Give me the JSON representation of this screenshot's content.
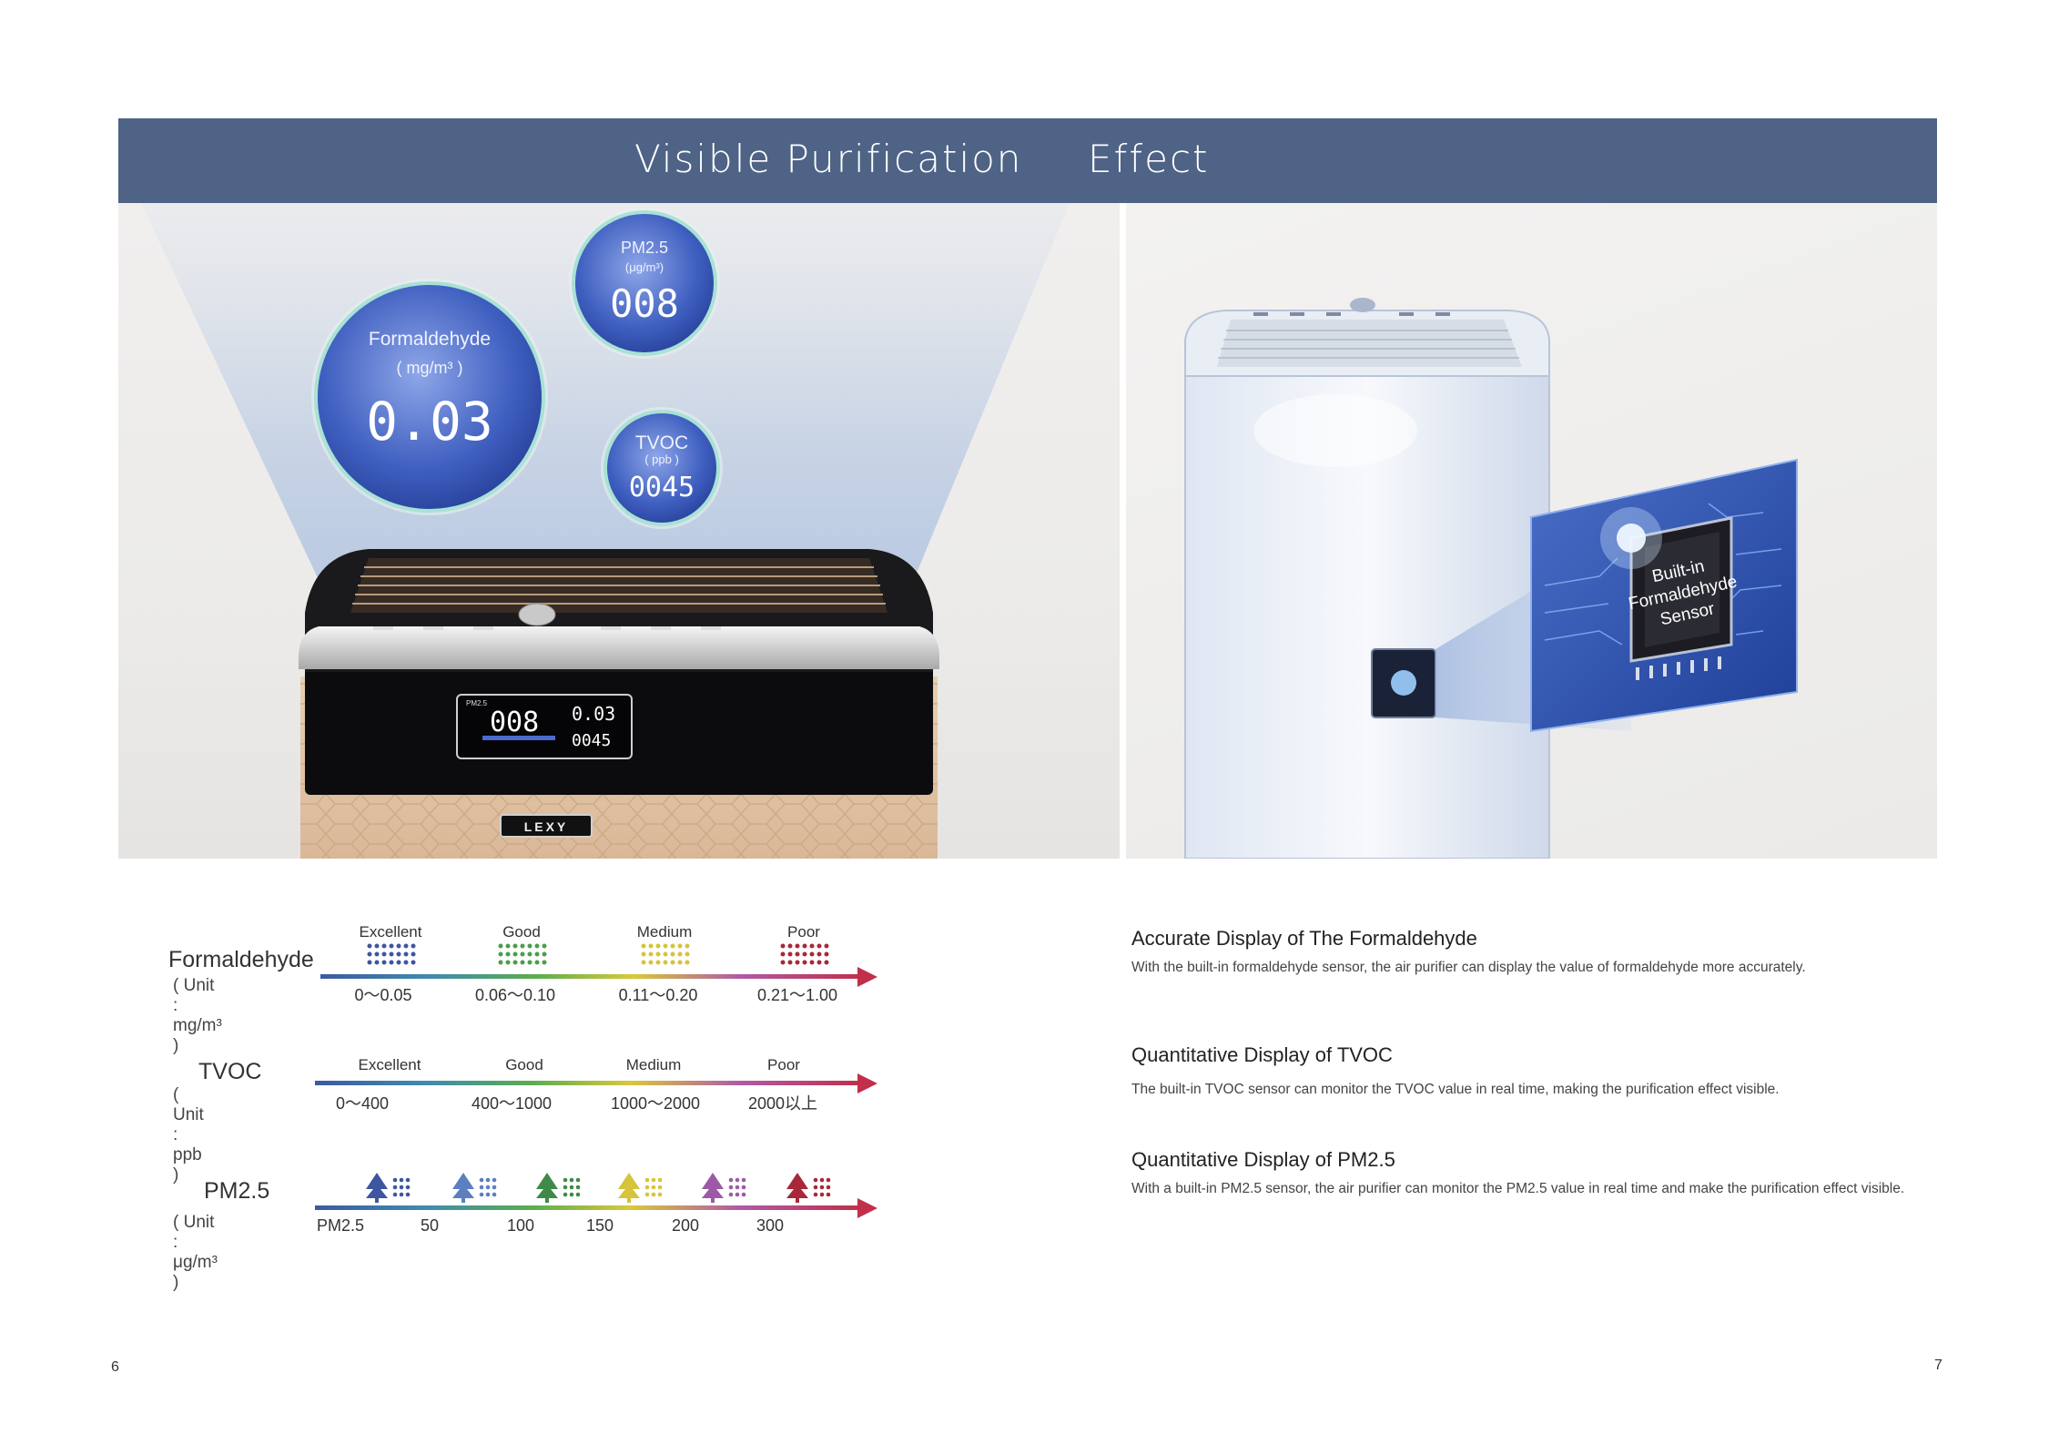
{
  "banner": {
    "title_left": "Visible Purification",
    "title_right": "Effect"
  },
  "hero_left": {
    "bubbles": {
      "formaldehyde": {
        "label": "Formaldehyde",
        "unit": "( mg/m³ )",
        "value": "0.03"
      },
      "pm25": {
        "label": "PM2.5",
        "unit": "(μg/m³)",
        "value": "008"
      },
      "tvoc": {
        "label": "TVOC",
        "unit": "( ppb )",
        "value": "0045"
      }
    },
    "display": {
      "pm_label": "PM2.5",
      "pm_value": "008",
      "hcho_value": "0.03",
      "tvoc_value": "0045"
    },
    "brand": "LEXY"
  },
  "hero_right": {
    "chip_label_1": "Built-in",
    "chip_label_2": "Formaldehyde",
    "chip_label_3": "Sensor"
  },
  "scales": {
    "formaldehyde": {
      "name": "Formaldehyde",
      "unit": "( Unit : mg/m³ )",
      "levels": [
        "Excellent",
        "Good",
        "Medium",
        "Poor"
      ],
      "ranges": [
        "0～0.05",
        "0.06～0.10",
        "0.11～0.20",
        "0.21～1.00"
      ],
      "dot_colors": [
        "#3d56a0",
        "#4a9e4a",
        "#d6c43a",
        "#a8283a"
      ]
    },
    "tvoc": {
      "name": "TVOC",
      "unit": "( Unit : ppb )",
      "levels": [
        "Excellent",
        "Good",
        "Medium",
        "Poor"
      ],
      "ranges": [
        "0～400",
        "400～1000",
        "1000～2000",
        "2000以上"
      ]
    },
    "pm25": {
      "name": "PM2.5",
      "unit": "( Unit : μg/m³ )",
      "ticks": [
        "PM2.5",
        "50",
        "100",
        "150",
        "200",
        "300"
      ],
      "icon_colors": [
        "#3d56a0",
        "#5b7fc0",
        "#3f8a48",
        "#d6c43a",
        "#9c5aa6",
        "#a8283a"
      ]
    }
  },
  "features": [
    {
      "title": "Accurate Display of The Formaldehyde",
      "desc": "With the built-in formaldehyde sensor, the air purifier can display the value of formaldehyde more accurately."
    },
    {
      "title": "Quantitative Display of TVOC",
      "desc": "The built-in TVOC sensor can monitor the TVOC value in real time, making the purification effect visible."
    },
    {
      "title": "Quantitative Display of PM2.5",
      "desc": "With a built-in PM2.5 sensor, the air purifier can monitor the PM2.5 value in real time and make the purification effect visible."
    }
  ],
  "page_numbers": {
    "left": "6",
    "right": "7"
  }
}
